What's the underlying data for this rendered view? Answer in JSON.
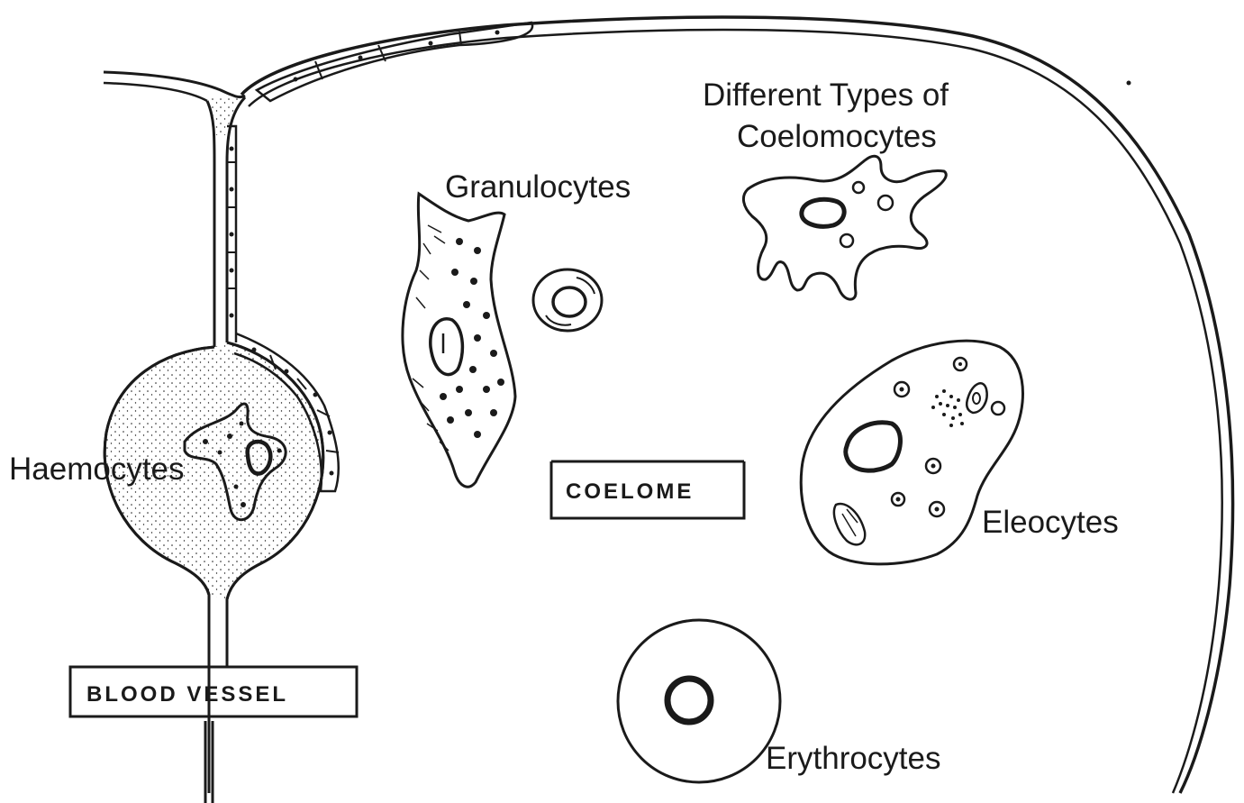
{
  "diagram": {
    "labels": {
      "haemocytes": "Haemocytes",
      "granulocytes": "Granulocytes",
      "coelomocytes_line1": "Different Types of",
      "coelomocytes_line2": "Coelomocytes",
      "eleocytes": "Eleocytes",
      "erythrocytes": "Erythrocytes"
    },
    "boxes": {
      "coelome": "COELOME",
      "blood_vessel": "BLOOD VESSEL"
    },
    "colors": {
      "ink": "#1a1a1a",
      "background": "#ffffff"
    }
  }
}
